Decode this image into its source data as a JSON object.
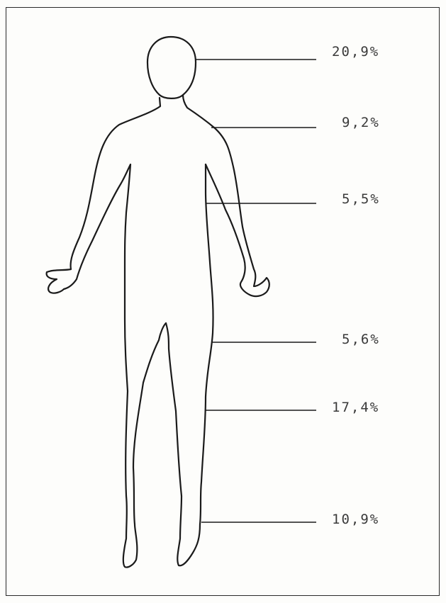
{
  "diagram": {
    "stroke_color": "#1a1a1a",
    "text_color": "#3a3a3a",
    "labels": [
      {
        "region": "head",
        "value": "20,9%"
      },
      {
        "region": "shoulders-upper-torso",
        "value": "9,2%"
      },
      {
        "region": "arms",
        "value": "5,5%"
      },
      {
        "region": "hips",
        "value": "5,6%"
      },
      {
        "region": "legs",
        "value": "17,4%"
      },
      {
        "region": "feet",
        "value": "10,9%"
      }
    ]
  }
}
